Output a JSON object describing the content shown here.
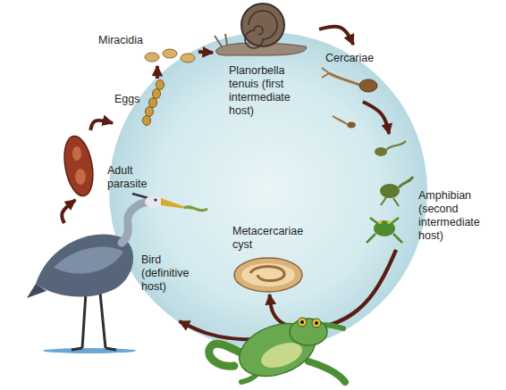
{
  "diagram": {
    "nodes": [
      {
        "text": [
          "Miracidia"
        ]
      },
      {
        "text": [
          "Planorbella tenuis (first intermediate host)"
        ]
      },
      {
        "text": [
          "Cercariae"
        ]
      },
      {
        "text": [
          "Eggs"
        ]
      },
      {
        "text": [
          "Adult parasite"
        ]
      },
      {
        "text": [
          "Amphibian (second intermediate host)"
        ]
      },
      {
        "text": [
          "Metacercariae cyst"
        ]
      },
      {
        "text": [
          "Bird (definitive host)"
        ]
      }
    ],
    "edges": [
      {
        "from": 3,
        "to": 0,
        "arrow": "to"
      },
      {
        "from": 0,
        "to": 1,
        "arrow": "to"
      },
      {
        "from": 1,
        "to": 2,
        "arrow": "to"
      },
      {
        "from": 2,
        "to": 5,
        "arrow": "to"
      },
      {
        "from": 5,
        "to": 6,
        "arrow": "to"
      },
      {
        "from": 5,
        "to": 7,
        "arrow": "to"
      },
      {
        "from": 7,
        "to": 4,
        "arrow": "to"
      },
      {
        "from": 4,
        "to": 3,
        "arrow": "to"
      }
    ]
  }
}
